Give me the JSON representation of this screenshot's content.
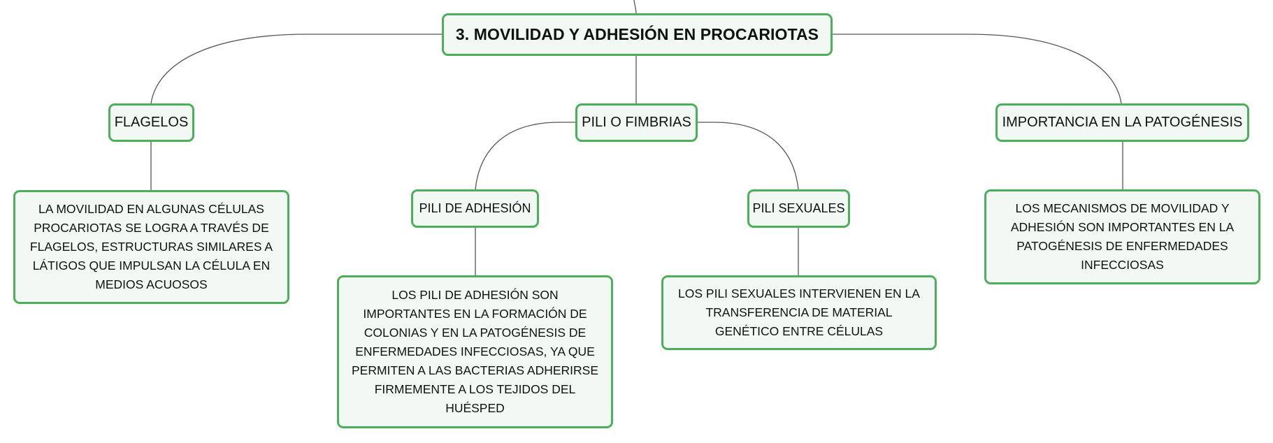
{
  "mindmap": {
    "root": {
      "text": "3. MOVILIDAD Y ADHESIÓN EN PROCARIOTAS"
    },
    "flagelos": {
      "title": "FLAGELOS",
      "detail": "LA MOVILIDAD EN ALGUNAS CÉLULAS PROCARIOTAS SE LOGRA A TRAVÉS DE FLAGELOS, ESTRUCTURAS SIMILARES A LÁTIGOS QUE IMPULSAN LA CÉLULA EN MEDIOS ACUOSOS"
    },
    "pili": {
      "title": "PILI O FIMBRIAS",
      "adhesion": {
        "title": "PILI DE ADHESIÓN",
        "detail": "LOS PILI DE ADHESIÓN SON IMPORTANTES EN LA FORMACIÓN DE COLONIAS Y EN LA PATOGÉNESIS DE ENFERMEDADES INFECCIOSAS, YA QUE PERMITEN A LAS BACTERIAS ADHERIRSE FIRMEMENTE A LOS TEJIDOS DEL HUÉSPED"
      },
      "sexuales": {
        "title": "PILI SEXUALES",
        "detail": "LOS PILI SEXUALES INTERVIENEN EN LA TRANSFERENCIA DE MATERIAL GENÉTICO ENTRE CÉLULAS"
      }
    },
    "importancia": {
      "title": "IMPORTANCIA EN LA PATOGÉNESIS",
      "detail": "LOS MECANISMOS DE MOVILIDAD Y ADHESIÓN SON IMPORTANTES EN LA PATOGÉNESIS DE ENFERMEDADES INFECCIOSAS"
    }
  },
  "colors": {
    "node_border": "#4caf5a",
    "node_fill": "#f2f8f3",
    "connector": "#555555",
    "text": "#111111"
  }
}
